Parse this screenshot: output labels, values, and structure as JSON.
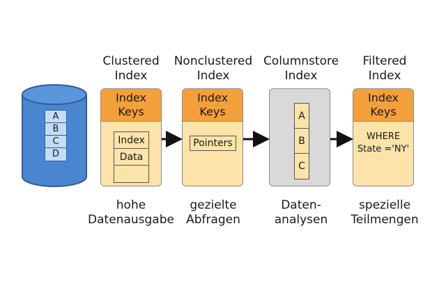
{
  "database": {
    "rows": [
      "A",
      "B",
      "C",
      "D"
    ]
  },
  "indexes": [
    {
      "title_line1": "Clustered",
      "title_line2": "Index",
      "header_line1": "Index",
      "header_line2": "Keys",
      "rows": [
        "Index",
        "Data",
        ""
      ],
      "caption_line1": "hohe",
      "caption_line2": "Datenausgabe"
    },
    {
      "title_line1": "Nonclustered",
      "title_line2": "Index",
      "header_line1": "Index",
      "header_line2": "Keys",
      "pointer_label": "Pointers",
      "caption_line1": "gezielte",
      "caption_line2": "Abfragen"
    },
    {
      "title_line1": "Columnstore",
      "title_line2": "Index",
      "columns": [
        "A",
        "B",
        "C"
      ],
      "caption_line1": "Daten-",
      "caption_line2": "analysen"
    },
    {
      "title_line1": "Filtered",
      "title_line2": "Index",
      "header_line1": "Index",
      "header_line2": "Keys",
      "filter_line1": "WHERE",
      "filter_line2": "State ='NY'",
      "caption_line1": "spezielle",
      "caption_line2": "Teilmengen"
    }
  ],
  "colors": {
    "header": "#f4a03b",
    "body": "#fbe3a9",
    "columnstore": "#d9d9d9",
    "database": "#4a86d0",
    "database_rows": "#c5dcf5"
  }
}
